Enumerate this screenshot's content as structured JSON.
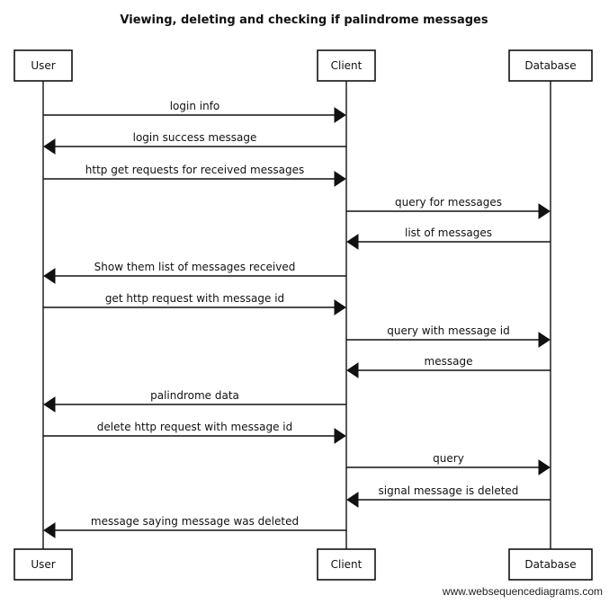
{
  "title": "Viewing, deleting and checking if palindrome messages",
  "footer": "www.websequencediagrams.com",
  "participants": [
    {
      "id": "user",
      "label": "User"
    },
    {
      "id": "client",
      "label": "Client"
    },
    {
      "id": "database",
      "label": "Database"
    }
  ],
  "messages": [
    {
      "from": "user",
      "to": "client",
      "label": "login info"
    },
    {
      "from": "client",
      "to": "user",
      "label": "login success message"
    },
    {
      "from": "user",
      "to": "client",
      "label": "http get requests for received messages"
    },
    {
      "from": "client",
      "to": "database",
      "label": "query for messages"
    },
    {
      "from": "database",
      "to": "client",
      "label": "list of messages"
    },
    {
      "from": "client",
      "to": "user",
      "label": "Show them list of messages received"
    },
    {
      "from": "user",
      "to": "client",
      "label": "get http request with message id"
    },
    {
      "from": "client",
      "to": "database",
      "label": "query with message id"
    },
    {
      "from": "database",
      "to": "client",
      "label": "message"
    },
    {
      "from": "client",
      "to": "user",
      "label": "palindrome data"
    },
    {
      "from": "user",
      "to": "client",
      "label": "delete http request with message id"
    },
    {
      "from": "client",
      "to": "database",
      "label": "query"
    },
    {
      "from": "database",
      "to": "client",
      "label": "signal message is deleted"
    },
    {
      "from": "client",
      "to": "user",
      "label": "message saying message was deleted"
    }
  ]
}
